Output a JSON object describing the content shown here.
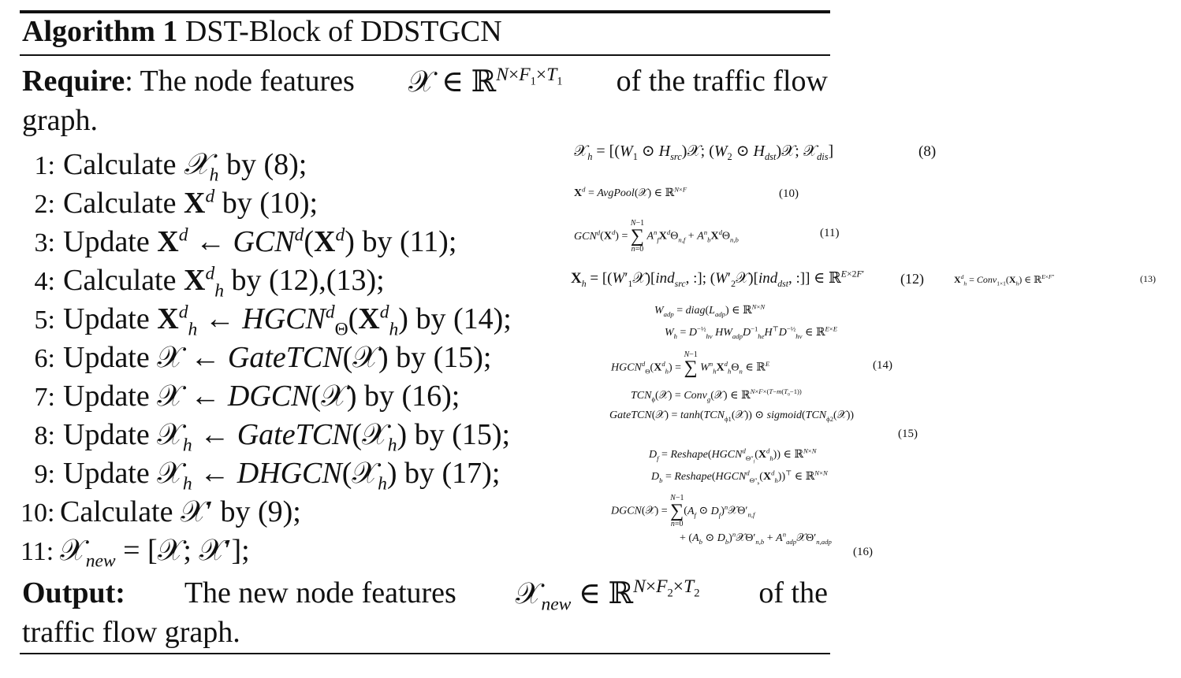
{
  "algorithm": {
    "label": "Algorithm 1",
    "title": "DST-Block of DDSTGCN",
    "require_label": "Require",
    "require_text_1": ": The node features",
    "require_text_2": "of the traffic flow",
    "require_text_3": "graph.",
    "output_label": "Output:",
    "output_text_1": "The new node features",
    "output_text_2": "of the",
    "output_text_3": "traffic flow graph.",
    "steps": [
      {
        "num": "1:",
        "verb": "Calculate",
        "by": "by (8);"
      },
      {
        "num": "2:",
        "verb": "Calculate",
        "by": "by (10);"
      },
      {
        "num": "3:",
        "verb": "Update",
        "by": "by (11);"
      },
      {
        "num": "4:",
        "verb": "Calculate",
        "by": "by (12),(13);"
      },
      {
        "num": "5:",
        "verb": "Update",
        "by": "by (14);"
      },
      {
        "num": "6:",
        "verb": "Update",
        "by": "by (15);"
      },
      {
        "num": "7:",
        "verb": "Update",
        "by": "by (16);"
      },
      {
        "num": "8:",
        "verb": "Update",
        "by": "by (15);"
      },
      {
        "num": "9:",
        "verb": "Update",
        "by": "by (17);"
      },
      {
        "num": "10:",
        "verb": "Calculate",
        "by": "by (9);"
      },
      {
        "num": "11:",
        "verb": "",
        "by": ""
      }
    ]
  },
  "equations": {
    "n8": "(8)",
    "n10": "(10)",
    "n11": "(11)",
    "n12": "(12)",
    "n13": "(13)",
    "n14": "(14)",
    "n15": "(15)",
    "n16": "(16)"
  }
}
